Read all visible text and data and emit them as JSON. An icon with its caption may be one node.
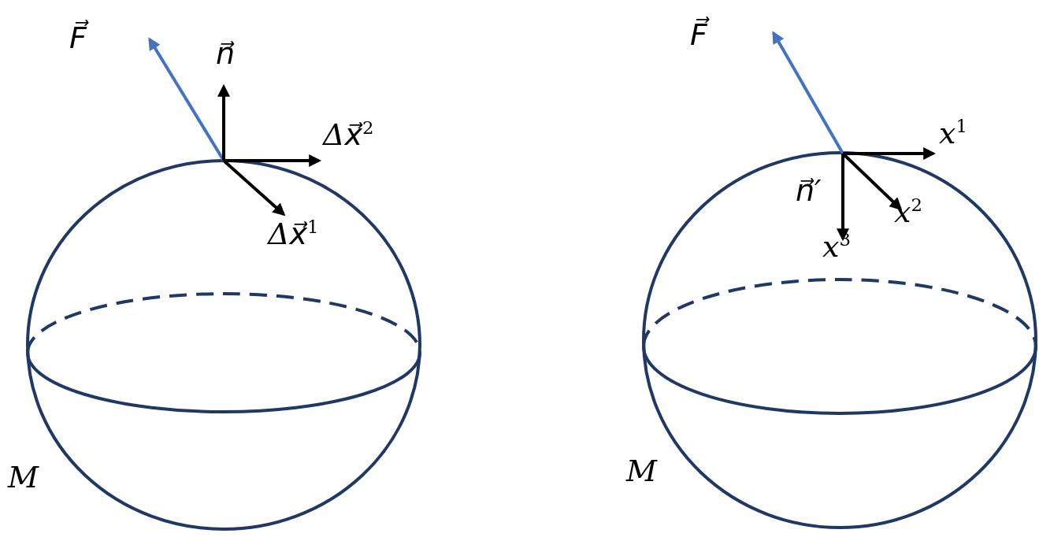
{
  "diagram": {
    "labels": [
      "F⃗",
      "n⃗",
      "Δx⃗$^{2}$",
      "Δx⃗$^{1}$",
      "M",
      "F⃗",
      "x$^{1}$",
      "n⃗′",
      "x$^{2}$",
      "x$^{3}$",
      "M"
    ]
  }
}
